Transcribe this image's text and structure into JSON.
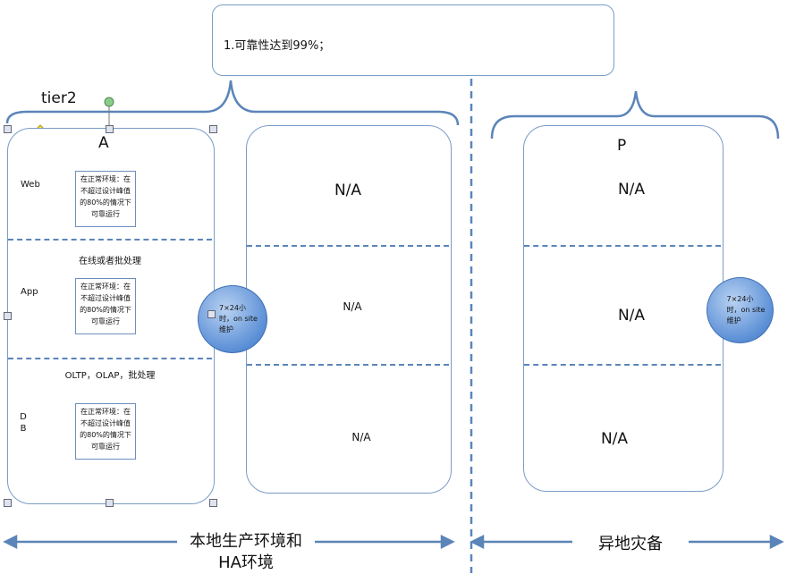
{
  "top_note": "1.可靠性达到99%；",
  "tier_label": "tier2",
  "column_a": {
    "title": "A",
    "rows": [
      {
        "label": "Web",
        "note": "在正常环境：在不超过设计峰值的80%的情况下可靠运行",
        "caption": ""
      },
      {
        "label": "App",
        "note": "在正常环境：在不超过设计峰值的80%的情况下可靠运行",
        "caption": "在线或者批处理"
      },
      {
        "label": "DB",
        "note": "在正常环境：在不超过设计峰值的80%的情况下可靠运行",
        "caption": "OLTP，OLAP，批处理"
      }
    ]
  },
  "column_mid": {
    "rows": [
      "N/A",
      "N/A",
      "N/A"
    ]
  },
  "column_p": {
    "title": "P",
    "rows": [
      "N/A",
      "N/A",
      "N/A"
    ]
  },
  "circle_text": "7×24小时，on site维护",
  "bottom_left": "本地生产环境和HA环境",
  "bottom_right": "异地灾备",
  "colors": {
    "line": "#5b85b8",
    "circle": "#5b8fd6"
  }
}
